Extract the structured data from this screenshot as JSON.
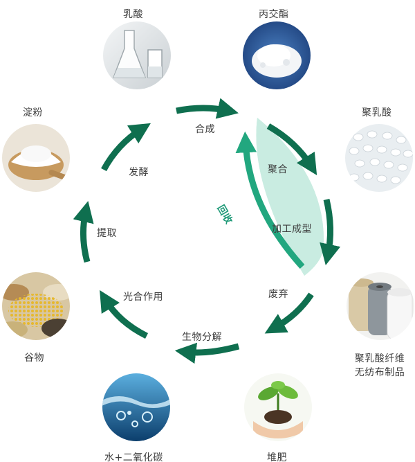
{
  "nodes": {
    "lactic_acid": "乳酸",
    "lactide": "丙交酯",
    "pla": "聚乳酸",
    "pla_nonwoven_line1": "聚乳酸纤维",
    "pla_nonwoven_line2": "无纺布制品",
    "compost": "堆肥",
    "water_co2": "水+二氧化碳",
    "grain": "谷物",
    "starch": "淀粉"
  },
  "steps": {
    "synthesis": "合成",
    "polymerization": "聚合",
    "processing": "加工成型",
    "recycle": "回收",
    "disposal": "废弃",
    "biodegradation": "生物分解",
    "photosynthesis": "光合作用",
    "extraction": "提取",
    "fermentation": "发酵"
  },
  "colors": {
    "arrow": "#0f6f4f",
    "recycle_fill": "#c9ece1",
    "recycle_arrow": "#22a77f",
    "label": "#3d3d3d"
  },
  "icons": {
    "lactic_acid": "flask-icon",
    "lactide": "white-powder-icon",
    "pla": "pellets-icon",
    "pla_nonwoven": "fabric-rolls-icon",
    "compost": "seedling-in-hands-icon",
    "water_co2": "water-splash-icon",
    "grain": "grain-bowls-icon",
    "starch": "starch-spoon-icon"
  }
}
